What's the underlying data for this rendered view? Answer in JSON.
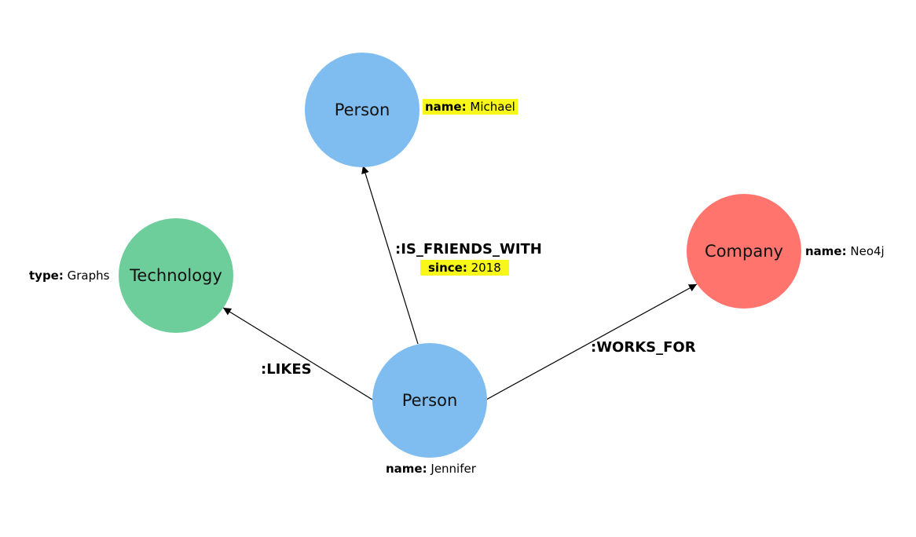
{
  "nodes": {
    "michael": {
      "label": "Person",
      "prop_key": "name:",
      "prop_value": "Michael",
      "highlighted": true
    },
    "technology": {
      "label": "Technology",
      "prop_key": "type:",
      "prop_value": "Graphs",
      "highlighted": false
    },
    "company": {
      "label": "Company",
      "prop_key": "name:",
      "prop_value": "Neo4j",
      "highlighted": false
    },
    "jennifer": {
      "label": "Person",
      "prop_key": "name:",
      "prop_value": "Jennifer",
      "highlighted": false
    }
  },
  "relationships": {
    "is_friends_with": {
      "type": ":IS_FRIENDS_WITH",
      "from": "Person (Jennifer)",
      "to": "Person (Michael)",
      "prop_key": "since:",
      "prop_value": "2018",
      "highlighted": true
    },
    "likes": {
      "type": ":LIKES",
      "from": "Person (Jennifer)",
      "to": "Technology"
    },
    "works_for": {
      "type": ":WORKS_FOR",
      "from": "Person (Jennifer)",
      "to": "Company"
    }
  },
  "colors": {
    "person": "#7fbdf0",
    "technology": "#6ece9b",
    "company": "#ff756e",
    "highlight": "#f7f71a",
    "edge": "#000000"
  }
}
